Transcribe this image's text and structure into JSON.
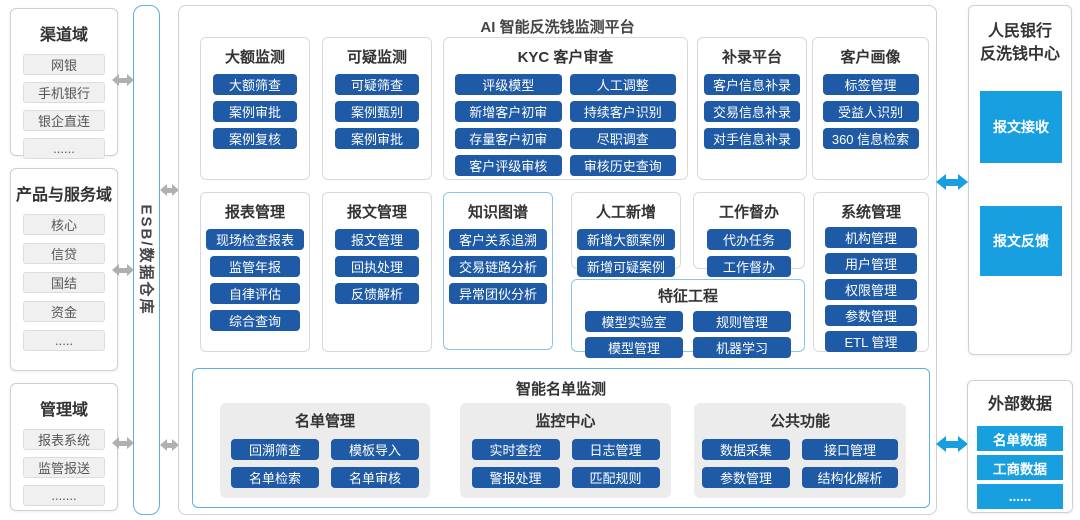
{
  "colors": {
    "button_blue": "#1E5AA5",
    "bright_blue": "#189FE0",
    "light_blue_border": "#5FB0E0",
    "gray_arrow": "#B0B0B0"
  },
  "esb": {
    "label": "ESB/数据仓库"
  },
  "left_domains": [
    {
      "title": "渠道域",
      "items": [
        "网银",
        "手机银行",
        "银企直连",
        "......"
      ]
    },
    {
      "title": "产品与服务域",
      "items": [
        "核心",
        "信贷",
        "国结",
        "资金",
        "....."
      ]
    },
    {
      "title": "管理域",
      "items": [
        "报表系统",
        "监管报送",
        "......."
      ]
    }
  ],
  "platform": {
    "title": "AI 智能反洗钱监测平台",
    "modules": {
      "large_amount": {
        "title": "大额监测",
        "items": [
          "大额筛查",
          "案例审批",
          "案例复核"
        ]
      },
      "suspicious": {
        "title": "可疑监测",
        "items": [
          "可疑筛查",
          "案例甄别",
          "案例审批"
        ]
      },
      "kyc": {
        "title": "KYC 客户审查",
        "items": [
          "评级模型",
          "人工调整",
          "新增客户初审",
          "持续客户识别",
          "存量客户初审",
          "尽职调查",
          "客户评级审核",
          "审核历史查询"
        ]
      },
      "supplement": {
        "title": "补录平台",
        "items": [
          "客户信息补录",
          "交易信息补录",
          "对手信息补录"
        ]
      },
      "profile": {
        "title": "客户画像",
        "items": [
          "标签管理",
          "受益人识别",
          "360 信息检索"
        ]
      },
      "report": {
        "title": "报表管理",
        "items": [
          "现场检查报表",
          "监管年报",
          "自律评估",
          "综合查询"
        ]
      },
      "message": {
        "title": "报文管理",
        "items": [
          "报文管理",
          "回执处理",
          "反馈解析"
        ]
      },
      "knowledge": {
        "title": "知识图谱",
        "items": [
          "客户关系追溯",
          "交易链路分析",
          "异常团伙分析"
        ]
      },
      "manual": {
        "title": "人工新增",
        "items": [
          "新增大额案例",
          "新增可疑案例"
        ]
      },
      "supervision": {
        "title": "工作督办",
        "items": [
          "代办任务",
          "工作督办"
        ]
      },
      "feature": {
        "title": "特征工程",
        "items": [
          "模型实验室",
          "规则管理",
          "模型管理",
          "机器学习"
        ]
      },
      "system": {
        "title": "系统管理",
        "items": [
          "机构管理",
          "用户管理",
          "权限管理",
          "参数管理",
          "ETL 管理"
        ]
      }
    },
    "smartlist": {
      "title": "智能名单监测",
      "groups": [
        {
          "title": "名单管理",
          "items": [
            "回溯筛查",
            "模板导入",
            "名单检索",
            "名单审核"
          ]
        },
        {
          "title": "监控中心",
          "items": [
            "实时查控",
            "日志管理",
            "警报处理",
            "匹配规则"
          ]
        },
        {
          "title": "公共功能",
          "items": [
            "数据采集",
            "接口管理",
            "参数管理",
            "结构化解析"
          ]
        }
      ]
    }
  },
  "right_column": {
    "pboc": {
      "title_line1": "人民银行",
      "title_line2": "反洗钱中心",
      "items": [
        "报文接收",
        "报文反馈"
      ]
    },
    "external": {
      "title": "外部数据",
      "items": [
        "名单数据",
        "工商数据",
        "......"
      ]
    }
  }
}
